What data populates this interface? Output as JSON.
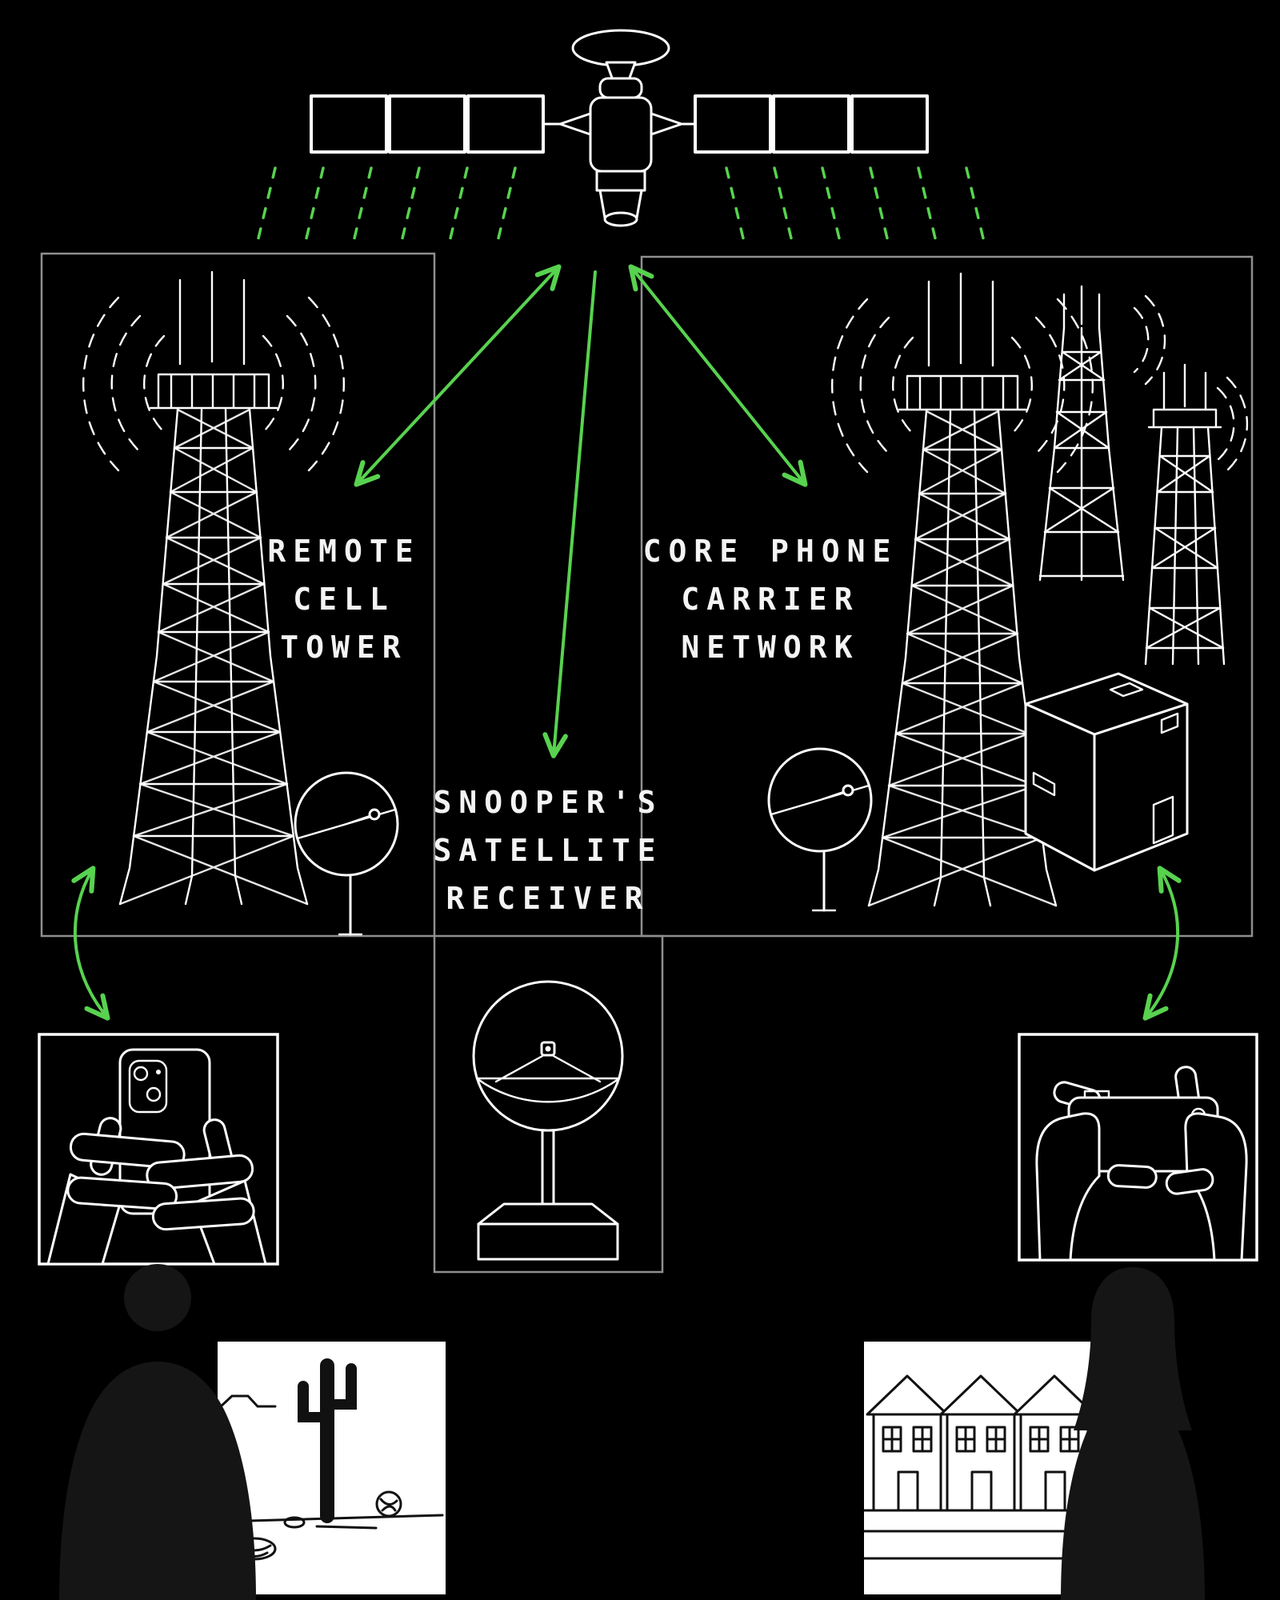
{
  "diagram": {
    "background": "#000000",
    "line_color": "#ffffff",
    "box_border_color": "#8f8f8f",
    "accent_green": "#58d24f"
  },
  "labels": {
    "remote": [
      "REMOTE",
      "CELL",
      "TOWER"
    ],
    "core": [
      "CORE PHONE",
      "CARRIER",
      "NETWORK"
    ],
    "snooper": [
      "SNOOPER'S",
      "SATELLITE",
      "RECEIVER"
    ]
  },
  "nodes": [
    {
      "id": "satellite",
      "icon": "satellite-icon"
    },
    {
      "id": "remote-cell-tower",
      "icon": "cell-tower-icon"
    },
    {
      "id": "core-phone-carrier-network",
      "icon": "carrier-network-icon"
    },
    {
      "id": "snoopers-satellite-receiver",
      "icon": "satellite-receiver-icon"
    },
    {
      "id": "phone-user-desert",
      "icon": "hands-phone-icon"
    },
    {
      "id": "phone-user-town",
      "icon": "hands-phone-icon"
    }
  ],
  "connections": [
    {
      "from": "satellite",
      "to": "remote-cell-tower",
      "style": "double-arrow"
    },
    {
      "from": "satellite",
      "to": "snoopers-satellite-receiver",
      "style": "arrow"
    },
    {
      "from": "satellite",
      "to": "core-phone-carrier-network",
      "style": "double-arrow"
    },
    {
      "from": "remote-cell-tower",
      "to": "phone-user-desert",
      "style": "double-arrow"
    },
    {
      "from": "core-phone-carrier-network",
      "to": "phone-user-town",
      "style": "double-arrow"
    }
  ]
}
